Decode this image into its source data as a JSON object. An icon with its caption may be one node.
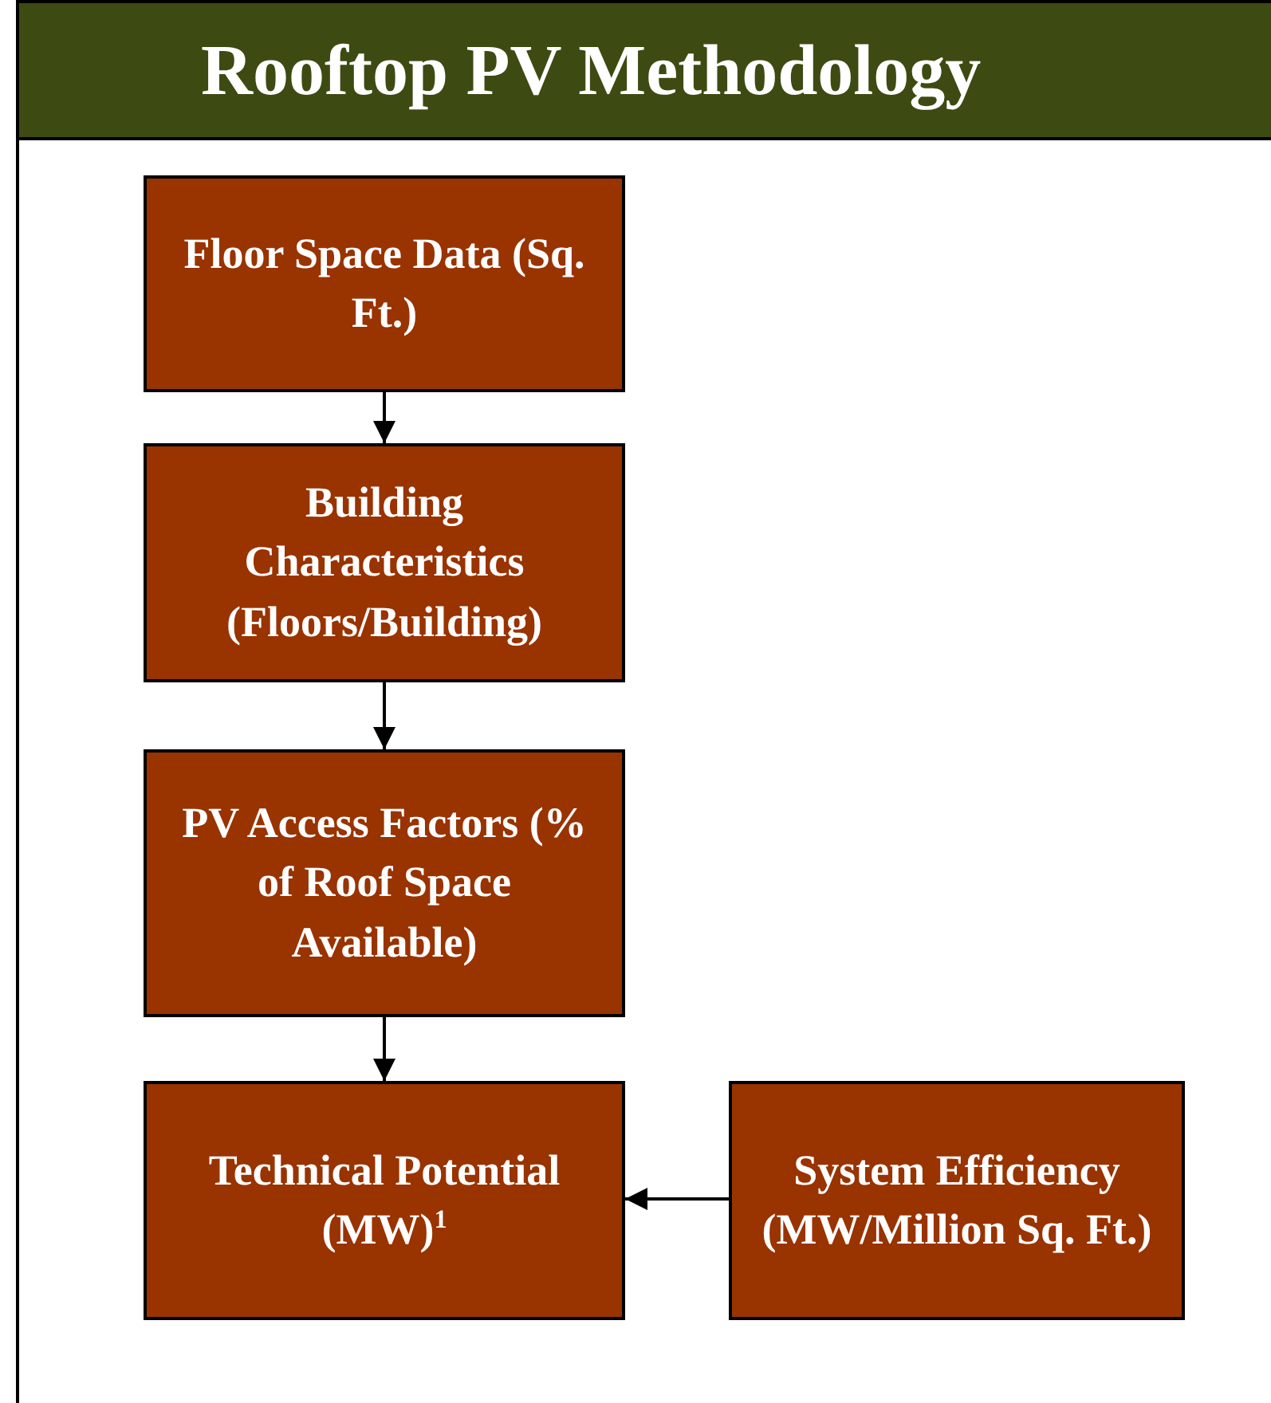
{
  "diagram": {
    "title": "Rooftop PV Methodology",
    "nodes": [
      {
        "text": [
          "Floor Space Data (Sq. Ft.)"
        ]
      },
      {
        "text": [
          "Building Characteristics (Floors/Building)"
        ]
      },
      {
        "text": [
          "PV Access Factors (% of Roof Space Available)"
        ]
      },
      {
        "text": [
          "Technical Potential (MW)$^{1}$"
        ]
      },
      {
        "text": [
          "System Efficiency (MW/Million Sq. Ft.)"
        ]
      }
    ],
    "edges": [
      {
        "from": 0,
        "to": 1,
        "arrow": "to"
      },
      {
        "from": 1,
        "to": 2,
        "arrow": "to"
      },
      {
        "from": 2,
        "to": 3,
        "arrow": "to"
      },
      {
        "from": 4,
        "to": 3,
        "arrow": "to"
      }
    ]
  }
}
